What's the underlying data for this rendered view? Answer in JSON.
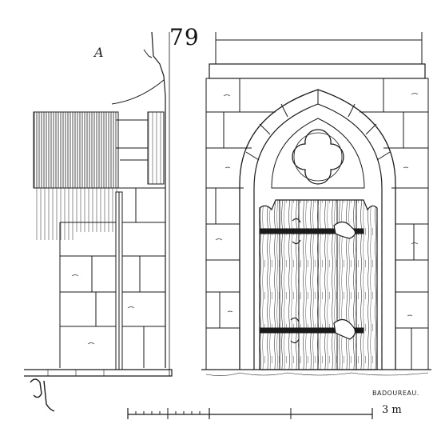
{
  "figure": {
    "number": "79",
    "section_mark": "A",
    "engraver_signature": "BADOUREAU.",
    "scale": {
      "label": "3 m"
    }
  },
  "colors": {
    "ink": "#1a1a1a",
    "paper": "#ffffff"
  }
}
